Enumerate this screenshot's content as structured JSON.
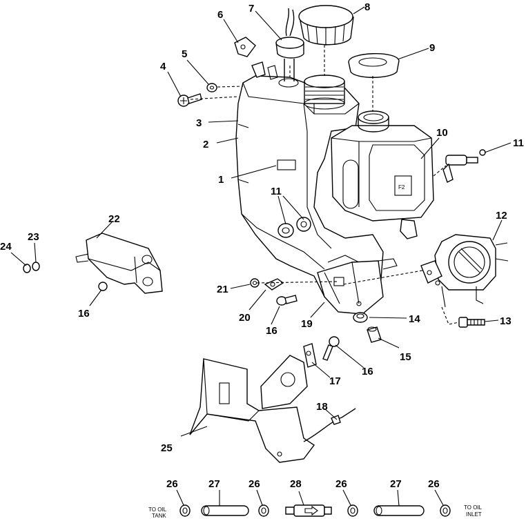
{
  "callouts": [
    {
      "id": "c1",
      "label": "1"
    },
    {
      "id": "c2",
      "label": "2"
    },
    {
      "id": "c3",
      "label": "3"
    },
    {
      "id": "c4",
      "label": "4"
    },
    {
      "id": "c5",
      "label": "5"
    },
    {
      "id": "c6",
      "label": "6"
    },
    {
      "id": "c7",
      "label": "7"
    },
    {
      "id": "c8",
      "label": "8"
    },
    {
      "id": "c9",
      "label": "9"
    },
    {
      "id": "c10",
      "label": "10"
    },
    {
      "id": "c11a",
      "label": "11"
    },
    {
      "id": "c11b",
      "label": "11"
    },
    {
      "id": "c12",
      "label": "12"
    },
    {
      "id": "c13",
      "label": "13"
    },
    {
      "id": "c14",
      "label": "14"
    },
    {
      "id": "c15",
      "label": "15"
    },
    {
      "id": "c16a",
      "label": "16"
    },
    {
      "id": "c16b",
      "label": "16"
    },
    {
      "id": "c16c",
      "label": "16"
    },
    {
      "id": "c17",
      "label": "17"
    },
    {
      "id": "c18",
      "label": "18"
    },
    {
      "id": "c19",
      "label": "19"
    },
    {
      "id": "c20",
      "label": "20"
    },
    {
      "id": "c21",
      "label": "21"
    },
    {
      "id": "c22",
      "label": "22"
    },
    {
      "id": "c23",
      "label": "23"
    },
    {
      "id": "c24",
      "label": "24"
    },
    {
      "id": "c25",
      "label": "25"
    },
    {
      "id": "c26a",
      "label": "26"
    },
    {
      "id": "c26b",
      "label": "26"
    },
    {
      "id": "c26c",
      "label": "26"
    },
    {
      "id": "c26d",
      "label": "26"
    },
    {
      "id": "c27a",
      "label": "27"
    },
    {
      "id": "c27b",
      "label": "27"
    },
    {
      "id": "c28",
      "label": "28"
    }
  ],
  "notes": {
    "to_oil_tank_line1": "TO OIL",
    "to_oil_tank_line2": "TANK",
    "to_oil_inlet_line1": "TO OIL",
    "to_oil_inlet_line2": "INLET"
  }
}
